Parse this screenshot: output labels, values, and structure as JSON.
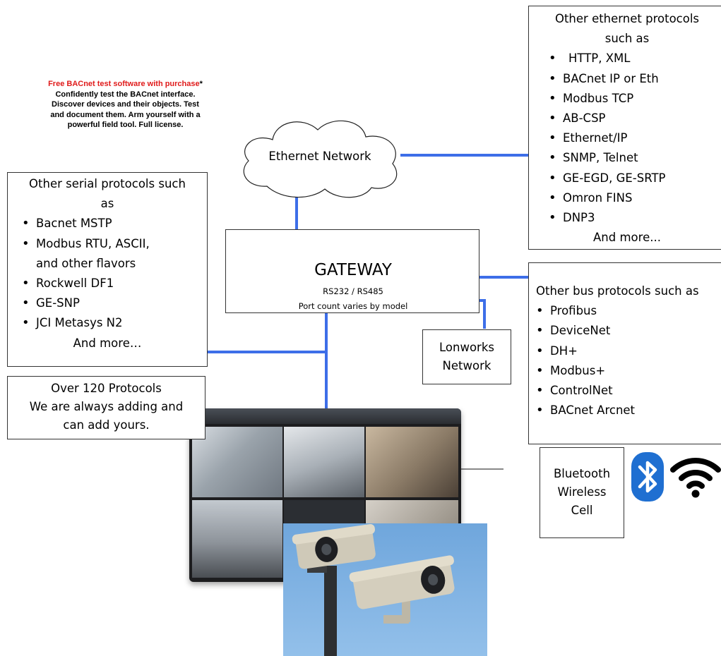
{
  "promo": {
    "highlight": "Free BACnet test software with purchase",
    "asterisk": "*",
    "lines": [
      "Confidently test the BACnet interface.",
      "Discover devices and their objects. Test",
      "and document them. Arm yourself with a",
      "powerful field tool. Full license."
    ]
  },
  "cloud": {
    "label": "Ethernet Network"
  },
  "gateway": {
    "title": "GATEWAY",
    "ports": "RS232 / RS485",
    "note": "Port count varies by model"
  },
  "serial": {
    "heading": [
      "Other serial protocols such",
      "as"
    ],
    "items": [
      "Bacnet MSTP",
      "Modbus RTU, ASCII,",
      "and other flavors",
      "Rockwell DF1",
      "GE-SNP",
      "JCI Metasys N2"
    ],
    "more": "And more…"
  },
  "ethernet": {
    "heading": [
      "Other ethernet protocols",
      "such as"
    ],
    "items": [
      "HTTP, XML",
      "BACnet IP or Eth",
      "Modbus TCP",
      "AB-CSP",
      "Ethernet/IP",
      "SNMP, Telnet",
      "GE-EGD, GE-SRTP",
      "Omron FINS",
      "DNP3"
    ],
    "more": "And more..."
  },
  "bus": {
    "heading": "Other bus protocols such as",
    "items": [
      "Profibus",
      "DeviceNet",
      "DH+",
      "Modbus+",
      "ControlNet",
      "BACnet Arcnet"
    ]
  },
  "lonworks": {
    "line1": "Lonworks",
    "line2": "Network"
  },
  "count": {
    "line1": "Over 120 Protocols",
    "line2": "We are always adding and",
    "line3": "can add yours."
  },
  "wireless": {
    "line1": "Bluetooth",
    "line2": "Wireless",
    "line3": "Cell"
  },
  "icons": {
    "bluetooth": "bluetooth-icon",
    "wifi": "wifi-icon"
  },
  "colors": {
    "connector": "#3d6ee8",
    "promo_red": "#e01b1b",
    "bluetooth": "#1f6fd1"
  }
}
